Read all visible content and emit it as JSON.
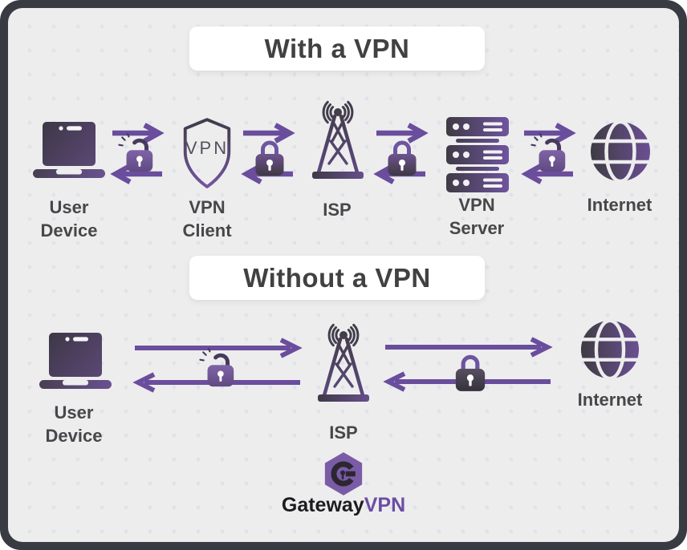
{
  "sections": {
    "with_vpn": {
      "title": "With a VPN",
      "shield_text": "VPN",
      "labels": {
        "user_device": "User\nDevice",
        "vpn_client": "VPN\nClient",
        "isp": "ISP",
        "vpn_server": "VPN\nServer",
        "internet": "Internet"
      },
      "connections": [
        {
          "from": "User Device",
          "to": "VPN Client",
          "padlock": "unlocked"
        },
        {
          "from": "VPN Client",
          "to": "ISP",
          "padlock": "locked"
        },
        {
          "from": "ISP",
          "to": "VPN Server",
          "padlock": "locked"
        },
        {
          "from": "VPN Server",
          "to": "Internet",
          "padlock": "unlocked"
        }
      ]
    },
    "without_vpn": {
      "title": "Without a VPN",
      "labels": {
        "user_device": "User\nDevice",
        "isp": "ISP",
        "internet": "Internet"
      },
      "connections": [
        {
          "from": "User Device",
          "to": "ISP",
          "padlock": "unlocked"
        },
        {
          "from": "ISP",
          "to": "Internet",
          "padlock": "locked"
        }
      ]
    }
  },
  "footer": {
    "brand_gateway": "Gateway",
    "brand_vpn": "VPN"
  },
  "icons": {
    "laptop-icon": "laptop",
    "vpn-shield-icon": "outlined shield",
    "radio-tower-icon": "lattice radio tower with signal waves",
    "server-icon": "stacked server rack",
    "globe-icon": "globe",
    "unlocked-padlock-icon": "open padlock",
    "locked-padlock-icon": "closed padlock",
    "arrow-right-icon": "right arrow",
    "arrow-left-icon": "left arrow",
    "gateway-vpn-logo-icon": "purple hexagon with G keyhole"
  },
  "colors": {
    "accent_purple": "#6a4d9c",
    "frame_dark": "#383b42",
    "canvas": "#ededee",
    "title_text": "#414141",
    "label_text": "#474749",
    "brand_dark": "#1c1b1e",
    "brand_purple": "#6b4da3"
  }
}
